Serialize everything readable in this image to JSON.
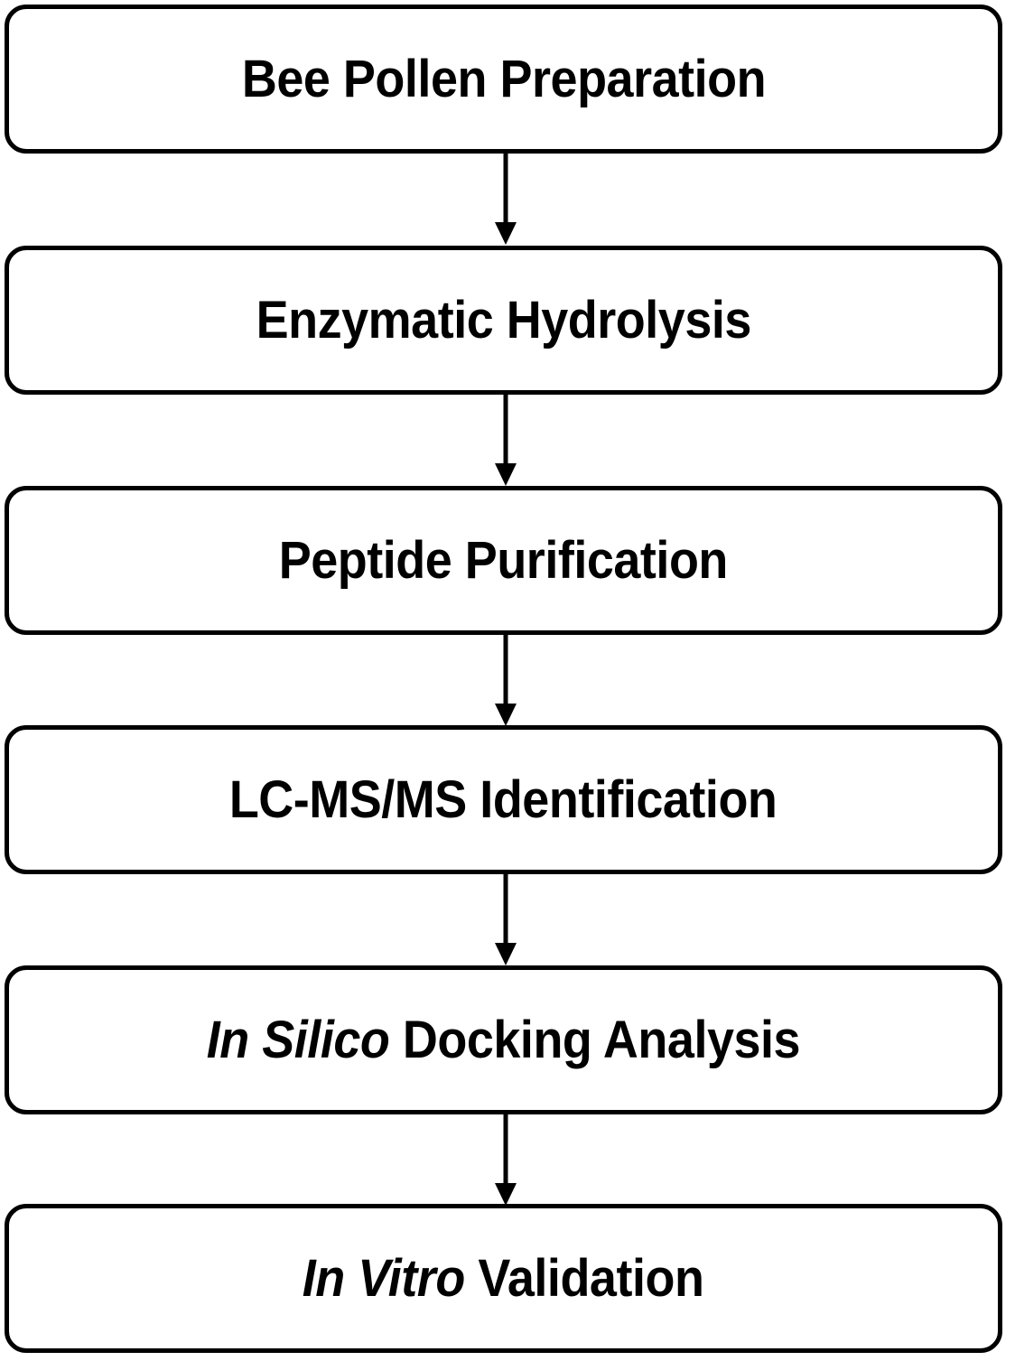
{
  "diagram": {
    "type": "flowchart",
    "orientation": "vertical",
    "title": "",
    "colors": {
      "node_border": "#000000",
      "node_fill": "#ffffff",
      "text": "#000000",
      "arrow": "#000000",
      "background": "#ffffff"
    },
    "nodes": [
      {
        "id": "bee-pollen-preparation",
        "label": "Bee Pollen Preparation",
        "italic_prefix": "",
        "plain_text": "Bee Pollen Preparation",
        "step": 1
      },
      {
        "id": "enzymatic-hydrolysis",
        "label": "Enzymatic Hydrolysis",
        "italic_prefix": "",
        "plain_text": "Enzymatic Hydrolysis",
        "step": 2
      },
      {
        "id": "peptide-purification",
        "label": "Peptide Purification",
        "italic_prefix": "",
        "plain_text": "Peptide Purification",
        "step": 3
      },
      {
        "id": "lc-ms-ms-identification",
        "label": "LC-MS/MS Identification",
        "italic_prefix": "",
        "plain_text": "LC-MS/MS Identification",
        "step": 4
      },
      {
        "id": "in-silico-docking-analysis",
        "label": "In Silico Docking Analysis",
        "italic_prefix": "In Silico",
        "plain_text": " Docking Analysis",
        "step": 5
      },
      {
        "id": "in-vitro-validation",
        "label": "In Vitro Validation",
        "italic_prefix": "In Vitro",
        "plain_text": " Validation",
        "step": 6
      }
    ],
    "edges": [
      {
        "id": "edge-1",
        "from": "bee-pollen-preparation",
        "to": "enzymatic-hydrolysis",
        "label": "",
        "arrowhead": "solid-triangle"
      },
      {
        "id": "edge-2",
        "from": "enzymatic-hydrolysis",
        "to": "peptide-purification",
        "label": "",
        "arrowhead": "solid-triangle"
      },
      {
        "id": "edge-3",
        "from": "peptide-purification",
        "to": "lc-ms-ms-identification",
        "label": "",
        "arrowhead": "solid-triangle"
      },
      {
        "id": "edge-4",
        "from": "lc-ms-ms-identification",
        "to": "in-silico-docking-analysis",
        "label": "",
        "arrowhead": "solid-triangle"
      },
      {
        "id": "edge-5",
        "from": "in-silico-docking-analysis",
        "to": "in-vitro-validation",
        "label": "",
        "arrowhead": "solid-triangle"
      }
    ]
  }
}
